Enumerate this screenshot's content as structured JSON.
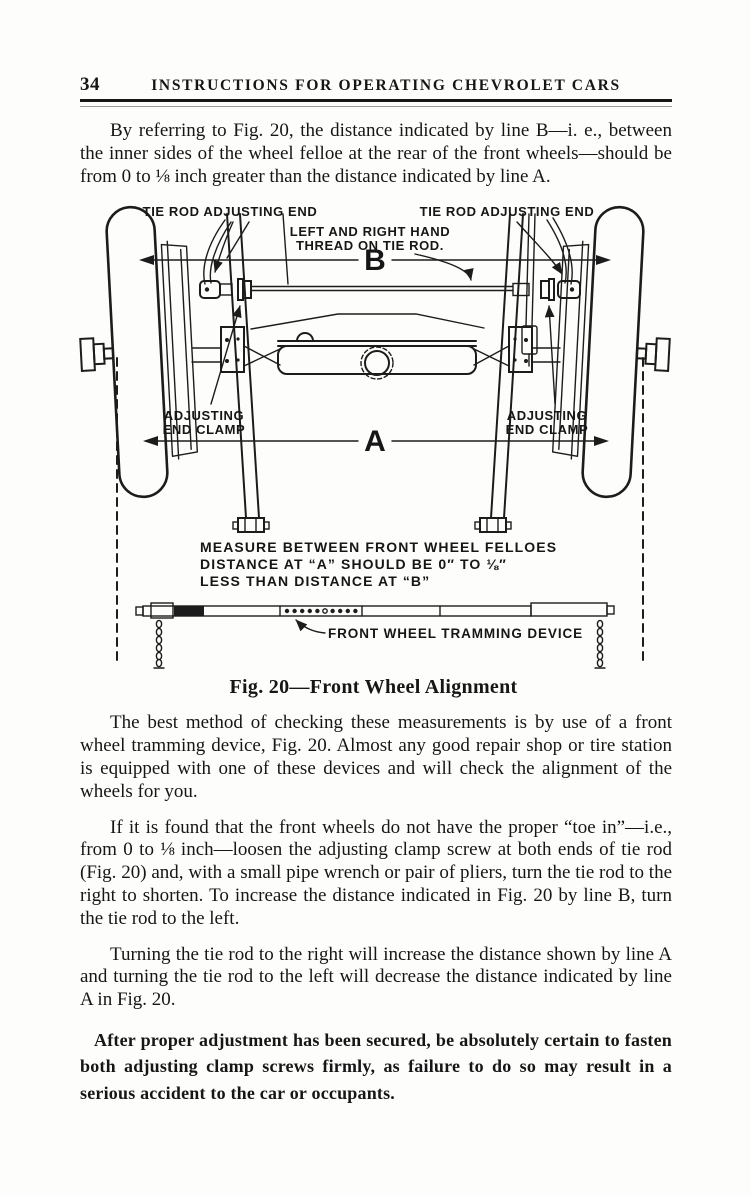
{
  "page": {
    "number": "34",
    "header_title": "INSTRUCTIONS FOR OPERATING CHEVROLET CARS",
    "paper_color": "#fdfdfb",
    "ink_color": "#161616"
  },
  "paragraphs": {
    "p1": "By referring to Fig. 20, the distance indicated by line B—i. e., between the inner sides of the wheel felloe at the rear of the front wheels—should be from 0 to ⅛ inch greater than the distance indicated by line A.",
    "p2": "The best method of checking these measurements is by use of a front wheel tramming device, Fig. 20. Almost any good repair shop or tire station is equipped with one of these devices and will check the alignment of the wheels for you.",
    "p3": "If it is found that the front wheels do not have the proper “toe in”—i.e., from 0 to ⅛ inch—loosen the adjusting clamp screw at both ends of tie rod (Fig. 20) and, with a small pipe wrench or pair of pliers, turn the tie rod to the right to shorten. To increase the distance indicated in Fig. 20 by line B, turn the tie rod to the left.",
    "p4": "Turning the tie rod to the right will increase the distance shown by line A and turning the tie rod to the left will decrease the distance indicated by line A in Fig. 20.",
    "warning": "After proper adjustment has been secured, be absolutely certain to fasten both adjusting clamp screws firmly, as failure to do so may result in a serious accident to the car or occupants."
  },
  "figure": {
    "caption": "Fig. 20—Front Wheel Alignment",
    "labels": {
      "tie_rod_left": "TIE ROD ADJUSTING END",
      "tie_rod_right": "TIE ROD ADJUSTING END",
      "thread_1": "LEFT AND RIGHT HAND",
      "thread_2": "THREAD ON TIE ROD.",
      "dim_b": "B",
      "dim_a": "A",
      "clamp_left_1": "ADJUSTING",
      "clamp_left_2": "END CLAMP",
      "clamp_right_1": "ADJUSTING",
      "clamp_right_2": "END CLAMP",
      "note_1": "MEASURE BETWEEN FRONT WHEEL FELLOES",
      "note_2": "DISTANCE AT “A” SHOULD BE 0″ TO ⅛″",
      "note_3": "LESS THAN DISTANCE AT “B”",
      "tramming": "FRONT WHEEL TRAMMING DEVICE"
    }
  }
}
